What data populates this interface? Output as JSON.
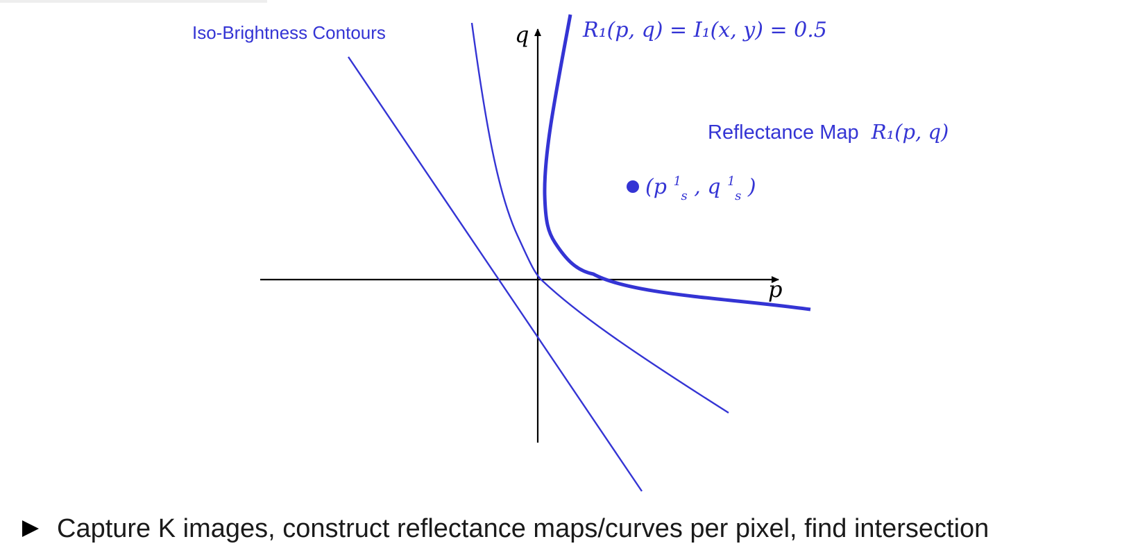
{
  "diagram": {
    "labels": {
      "iso_brightness": "Iso-Brightness Contours",
      "reflectance_map_text": "Reflectance Map",
      "reflectance_map_math": "R₁(p, q)",
      "constraint_equation": "R₁(p, q) = I₁(x, y) = 0.5",
      "source_point": "(p",
      "source_point_sub_p": "s",
      "source_point_sup_p": "1",
      "source_point_mid": ", q",
      "source_point_sub_q": "s",
      "source_point_sup_q": "1",
      "source_point_end": ")",
      "axis_p": "p",
      "axis_q": "q"
    },
    "colors": {
      "contour": "#3434d4",
      "axes": "#000000"
    }
  },
  "bullet": {
    "icon": "right-triangle-bullet-icon",
    "text": "Capture K images, construct reflectance maps/curves per pixel, find intersection"
  }
}
